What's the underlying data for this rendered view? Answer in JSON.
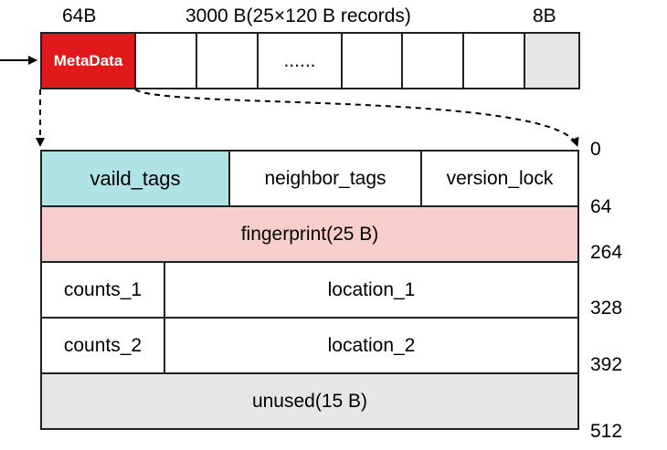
{
  "header": {
    "metadata_size": "64B",
    "records_size": "3000 B(25×120 B records)",
    "tail_size": "8B"
  },
  "top_row": {
    "metadata_label": "MetaData",
    "ellipsis": "......"
  },
  "layout_table": {
    "row1": {
      "left": "vaild_tags",
      "middle": "neighbor_tags",
      "right": "version_lock"
    },
    "row2": {
      "full": "fingerprint(25 B)"
    },
    "row3": {
      "left": "counts_1",
      "right": "location_1"
    },
    "row4": {
      "left": "counts_2",
      "right": "location_2"
    },
    "row5": {
      "full": "unused(15 B)"
    }
  },
  "offsets": [
    "0",
    "64",
    "264",
    "328",
    "392",
    "512"
  ],
  "colors": {
    "metadata_fill": "#e0191b",
    "valid_tags_fill": "#b0e3e6",
    "fingerprint_fill": "#f8cecc",
    "gray_fill": "#e6e6e6"
  }
}
